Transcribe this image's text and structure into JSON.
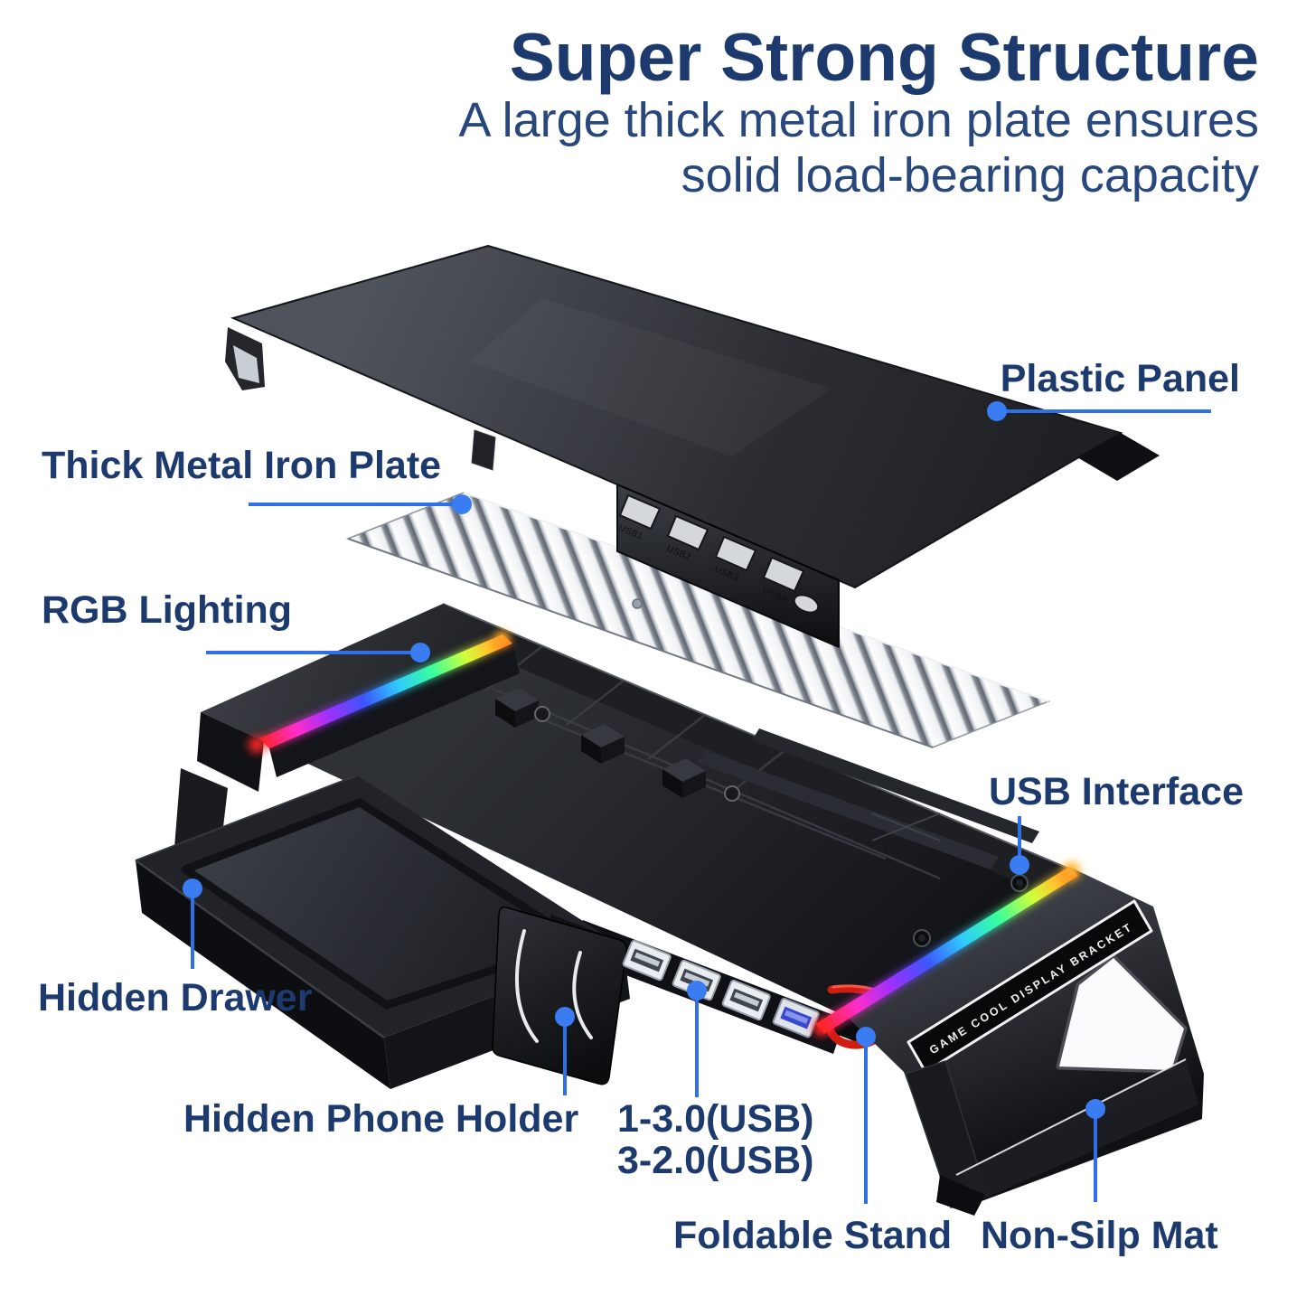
{
  "header": {
    "title": "Super Strong Structure",
    "subtitle_line1": "A large thick metal iron plate ensures",
    "subtitle_line2": "solid load-bearing capacity"
  },
  "callouts": {
    "plastic_panel": "Plastic Panel",
    "thick_metal_iron_plate": "Thick Metal Iron Plate",
    "rgb_lighting": "RGB Lighting",
    "usb_interface": "USB Interface",
    "hidden_drawer": "Hidden Drawer",
    "hidden_phone_holder": "Hidden Phone Holder",
    "usb_ports_line1": "1-3.0(USB)",
    "usb_ports_line2": "3-2.0(USB)",
    "foldable_stand": "Foldable Stand",
    "non_slip_mat": "Non-Silp Mat"
  },
  "product": {
    "panel_port_labels": [
      "USB1",
      "USB2",
      "USB3",
      "USB4"
    ],
    "brand_text": "GAME COOL DISPLAY BRACKET"
  },
  "colors": {
    "heading_navy": "#1d3a6f",
    "subtitle_navy": "#27477d",
    "callout_line_blue": "#2f6fe8",
    "callout_dot_blue": "#3a7cf2",
    "rgb_strip": [
      "#ff2525",
      "#ff2dc8",
      "#9b30ff",
      "#3c55ff",
      "#2fc9ff",
      "#37ff9e",
      "#d2ff3a",
      "#ffc12e",
      "#ff7c1f"
    ]
  }
}
